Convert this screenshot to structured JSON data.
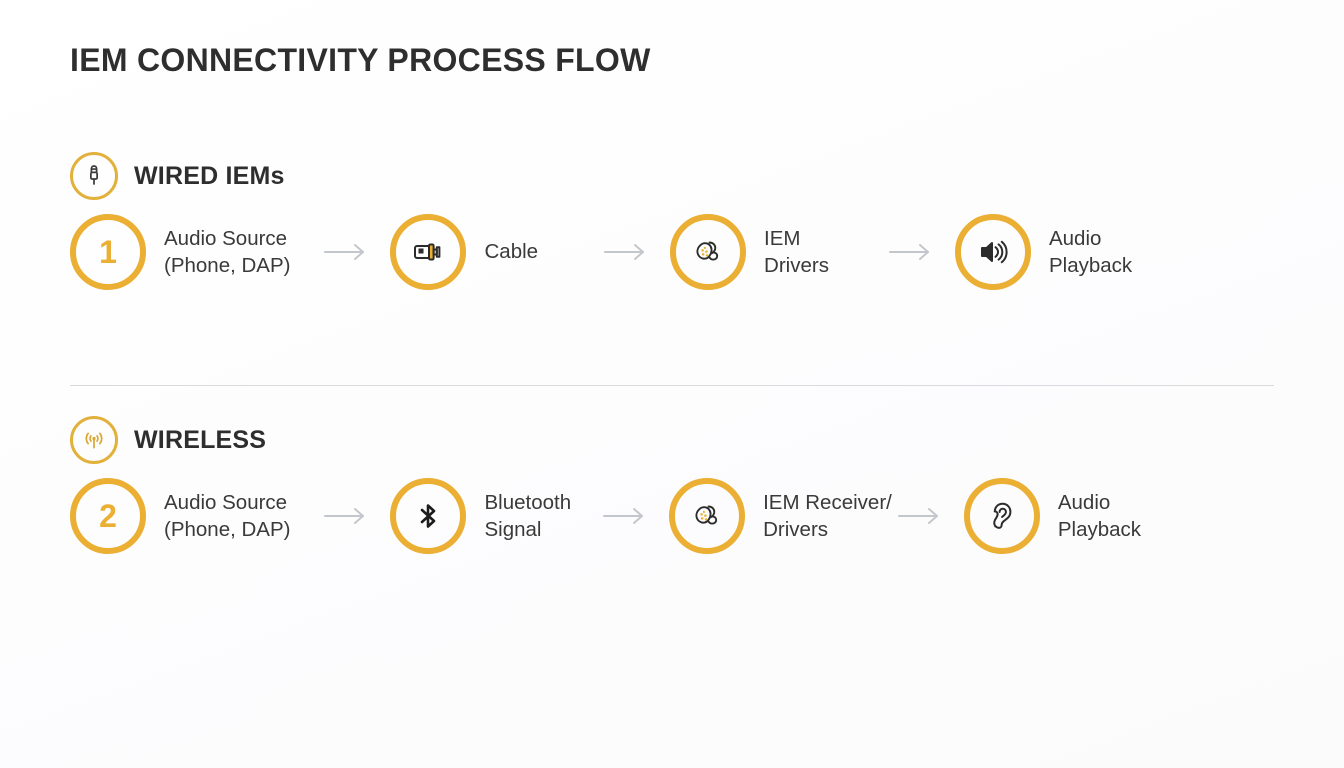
{
  "page": {
    "title": "IEM CONNECTIVITY PROCESS FLOW",
    "background_color": "#fdfdfd",
    "accent_color": "#eaaf33",
    "text_color": "#3a3a3a",
    "arrow_color": "#c3c7cb",
    "divider_color": "#d8dadd"
  },
  "sections": [
    {
      "id": "wired",
      "title": "WIRED IEMs",
      "icon": "headphone-jack-icon",
      "steps": [
        {
          "icon": "step-number",
          "number": "1",
          "label": "Audio Source\n(Phone, DAP)"
        },
        {
          "icon": "cable-connector-icon",
          "label": "Cable"
        },
        {
          "icon": "iem-driver-icon",
          "label": "IEM\nDrivers"
        },
        {
          "icon": "speaker-waves-icon",
          "label": "Audio\nPlayback"
        }
      ],
      "arrow": "→"
    },
    {
      "id": "wireless",
      "title": "WIRELESS",
      "icon": "broadcast-antenna-icon",
      "steps": [
        {
          "icon": "step-number",
          "number": "2",
          "label": "Audio Source\n(Phone, DAP)"
        },
        {
          "icon": "bluetooth-icon",
          "label": "Bluetooth\nSignal"
        },
        {
          "icon": "iem-driver-icon",
          "label": "IEM Receiver/\nDrivers"
        },
        {
          "icon": "ear-icon",
          "label": "Audio\nPlayback"
        }
      ],
      "arrow": "→"
    }
  ]
}
